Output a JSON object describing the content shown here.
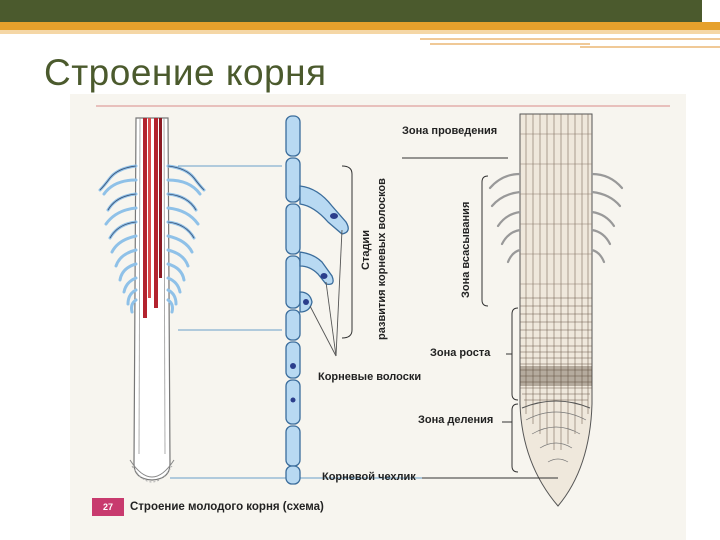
{
  "slide": {
    "title": "Строение корня"
  },
  "figure": {
    "labels": {
      "zone_conduction": "Зона проведения",
      "zone_absorption": "Зона всасывания",
      "zone_growth": "Зона роста",
      "zone_division": "Зона деления",
      "stages": "Стадии\nразвития корневых волосков",
      "stages_line1": "Стадии",
      "stages_line2": "развития корневых волосков",
      "root_hairs": "Корневые волоски",
      "root_cap": "Корневой чехлик"
    },
    "caption_number": "27",
    "caption_text": "Строение молодого корня (схема)"
  },
  "colors": {
    "header_bar": "#4b5a2d",
    "accent_orange": "#e6a12c",
    "hair_blue": "#8fc1e8",
    "vessel_red": "#b3232e",
    "caption_pink": "#c83a6e"
  }
}
